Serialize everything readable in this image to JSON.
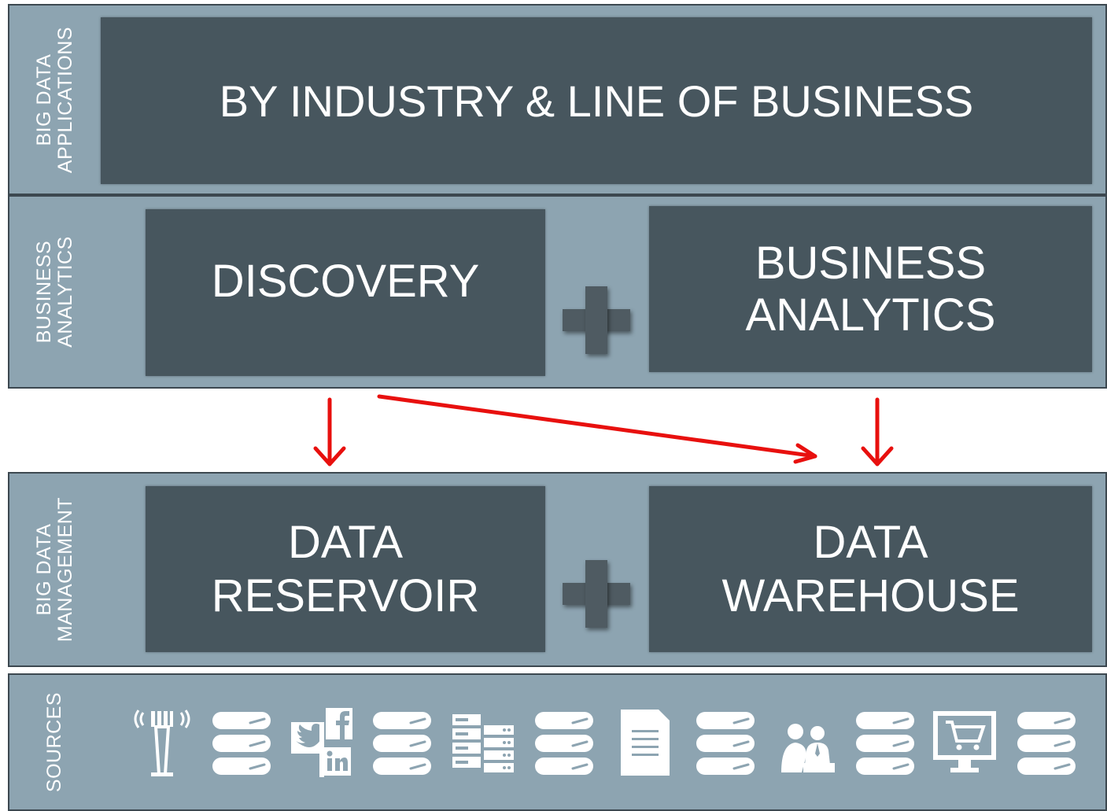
{
  "layers": {
    "applications": {
      "side_label": "BIG DATA\nAPPLICATIONS",
      "box_text": "BY INDUSTRY & LINE OF BUSINESS"
    },
    "analytics": {
      "side_label": "BUSINESS\nANALYTICS",
      "left_box": "DISCOVERY",
      "right_box": "BUSINESS\nANALYTICS"
    },
    "management": {
      "side_label": "BIG DATA\nMANAGEMENT",
      "left_box": "DATA\nRESERVOIR",
      "right_box": "DATA\nWAREHOUSE"
    },
    "sources": {
      "side_label": "SOURCES",
      "icons": [
        "cell-tower-icon",
        "database-icon",
        "social-media-icon",
        "database-icon",
        "server-rack-icon",
        "database-icon",
        "document-icon",
        "database-icon",
        "people-icon",
        "database-icon",
        "shopping-cart-monitor-icon",
        "database-icon"
      ]
    }
  },
  "colors": {
    "band": "#8da4b1",
    "box": "#47565e",
    "border": "#3c4850",
    "arrow": "#e8100e",
    "icon": "#ffffff"
  }
}
